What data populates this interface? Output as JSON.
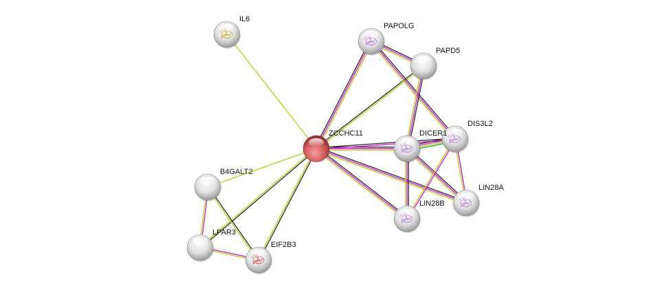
{
  "nodes": [
    {
      "id": "ZCCHC11",
      "label": "ZCCHC11",
      "query": true,
      "structure": false
    },
    {
      "id": "IL6",
      "label": "IL6",
      "query": false,
      "structure": true,
      "structure_color": "#c8a020"
    },
    {
      "id": "PAPOLG",
      "label": "PAPOLG",
      "query": false,
      "structure": true,
      "structure_color": "#b070d0"
    },
    {
      "id": "PAPD5",
      "label": "PAPD5",
      "query": false,
      "structure": false
    },
    {
      "id": "DICER1",
      "label": "DICER1",
      "query": false,
      "structure": true,
      "structure_color": "#b070d0"
    },
    {
      "id": "DIS3L2",
      "label": "DIS3L2",
      "query": false,
      "structure": true,
      "structure_color": "#b070d0"
    },
    {
      "id": "LIN28A",
      "label": "LIN28A",
      "query": false,
      "structure": true,
      "structure_color": "#b070d0"
    },
    {
      "id": "LIN28B",
      "label": "LIN28B",
      "query": false,
      "structure": true,
      "structure_color": "#b070d0"
    },
    {
      "id": "B4GALT2",
      "label": "B4GALT2",
      "query": false,
      "structure": false
    },
    {
      "id": "LPAR3",
      "label": "LPAR3",
      "query": false,
      "structure": false
    },
    {
      "id": "EIF2B3",
      "label": "EIF2B3",
      "query": false,
      "structure": true,
      "structure_color": "#d04040"
    }
  ],
  "evidence_colors": {
    "coexpression": "#333333",
    "experiments": "#d020d0",
    "textmining": "#b8d020",
    "neighborhood": "#20b020"
  },
  "edges": [
    [
      "ZCCHC11",
      "IL6",
      [
        "textmining"
      ]
    ],
    [
      "ZCCHC11",
      "PAPOLG",
      [
        "coexpression",
        "experiments",
        "textmining"
      ]
    ],
    [
      "ZCCHC11",
      "PAPD5",
      [
        "coexpression",
        "textmining"
      ]
    ],
    [
      "ZCCHC11",
      "DICER1",
      [
        "coexpression",
        "experiments",
        "textmining"
      ]
    ],
    [
      "ZCCHC11",
      "DIS3L2",
      [
        "coexpression",
        "experiments"
      ]
    ],
    [
      "ZCCHC11",
      "LIN28A",
      [
        "coexpression",
        "experiments",
        "textmining"
      ]
    ],
    [
      "ZCCHC11",
      "LIN28B",
      [
        "coexpression",
        "experiments",
        "textmining"
      ]
    ],
    [
      "ZCCHC11",
      "B4GALT2",
      [
        "textmining"
      ]
    ],
    [
      "ZCCHC11",
      "LPAR3",
      [
        "coexpression",
        "textmining"
      ]
    ],
    [
      "ZCCHC11",
      "EIF2B3",
      [
        "coexpression",
        "textmining"
      ]
    ],
    [
      "PAPOLG",
      "PAPD5",
      [
        "coexpression",
        "experiments",
        "textmining"
      ]
    ],
    [
      "PAPOLG",
      "DIS3L2",
      [
        "coexpression",
        "experiments",
        "textmining"
      ]
    ],
    [
      "PAPD5",
      "DICER1",
      [
        "coexpression",
        "experiments",
        "textmining"
      ]
    ],
    [
      "DICER1",
      "DIS3L2",
      [
        "coexpression",
        "experiments",
        "textmining",
        "neighborhood"
      ]
    ],
    [
      "DICER1",
      "LIN28B",
      [
        "coexpression",
        "experiments",
        "textmining"
      ]
    ],
    [
      "DICER1",
      "LIN28A",
      [
        "coexpression",
        "experiments",
        "textmining"
      ]
    ],
    [
      "DIS3L2",
      "LIN28A",
      [
        "experiments",
        "textmining"
      ]
    ],
    [
      "DIS3L2",
      "LIN28B",
      [
        "experiments",
        "textmining"
      ]
    ],
    [
      "B4GALT2",
      "LPAR3",
      [
        "experiments",
        "textmining"
      ]
    ],
    [
      "B4GALT2",
      "EIF2B3",
      [
        "coexpression",
        "textmining"
      ]
    ],
    [
      "LPAR3",
      "EIF2B3",
      [
        "experiments",
        "textmining"
      ]
    ]
  ]
}
